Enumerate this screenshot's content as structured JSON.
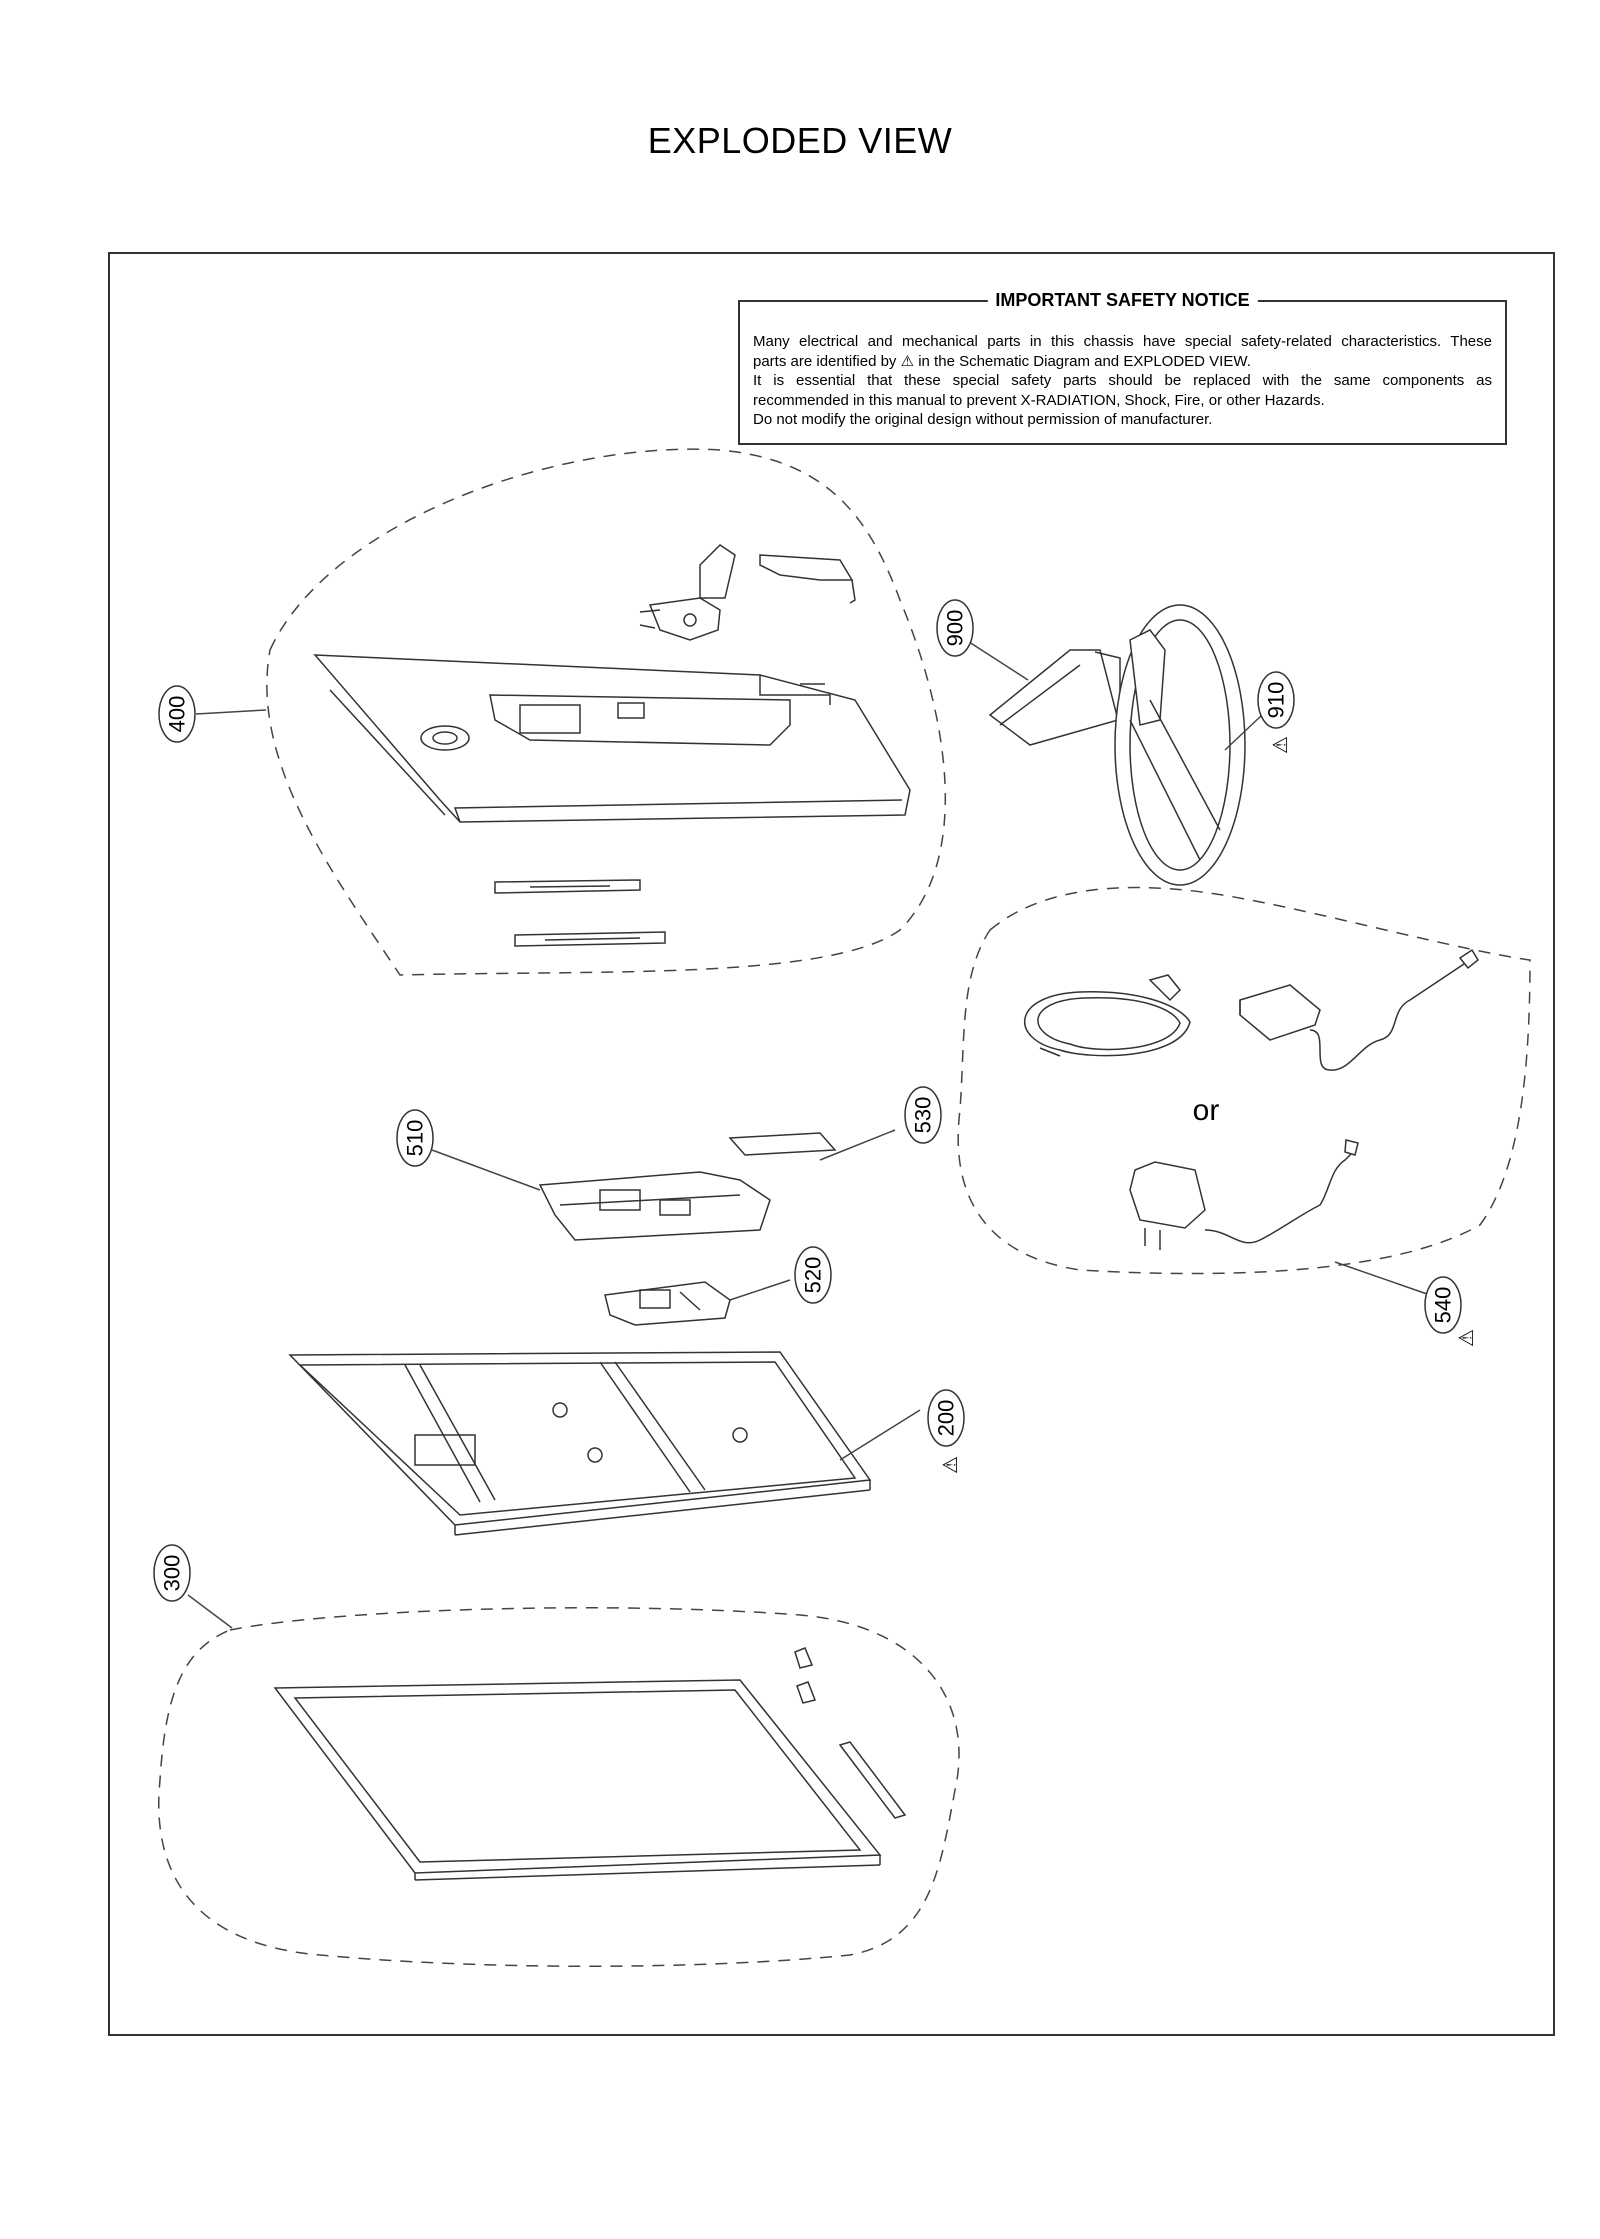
{
  "title": "EXPLODED VIEW",
  "safety_notice": {
    "heading": "IMPORTANT SAFETY NOTICE",
    "line1": "Many electrical and mechanical parts in this chassis have special safety-related characteristics. These",
    "line2_pre": "parts are identified by",
    "line2_post": "in the Schematic Diagram and EXPLODED VIEW.",
    "line3": "It is essential that these special safety parts should be replaced with the same components as",
    "line4": "recommended in this manual to prevent X-RADIATION, Shock, Fire, or other Hazards.",
    "line5": "Do not modify the original design without permission of manufacturer."
  },
  "warning_symbol": "⚠",
  "or_label": "or",
  "callouts": {
    "c400": "400",
    "c900": "900",
    "c910": "910",
    "c510": "510",
    "c530": "530",
    "c520": "520",
    "c540": "540",
    "c200": "200",
    "c300": "300"
  }
}
